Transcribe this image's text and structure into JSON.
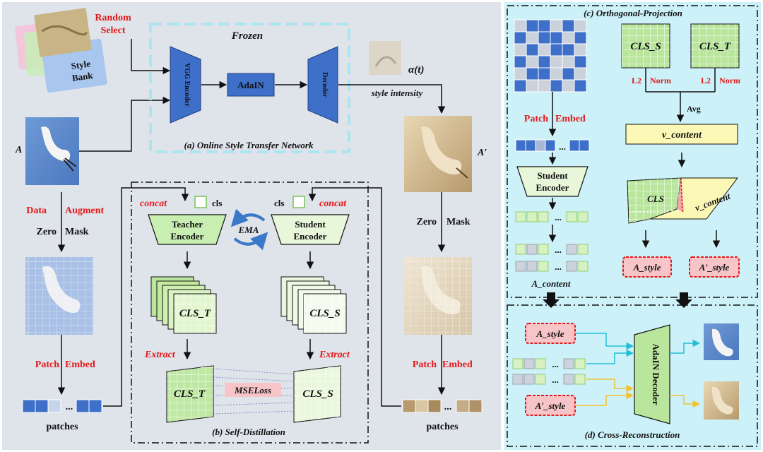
{
  "left": {
    "random_select": [
      "Random",
      "Select"
    ],
    "style_bank": [
      "Style",
      "Bank"
    ],
    "frozen": "Frozen",
    "vgg_encoder": "VGG Encoder",
    "adain": "AdaIN",
    "decoder": "Decoder",
    "alpha": "α(t)",
    "style_intensity": "style intensity",
    "label_a": "A",
    "label_a_prime": "A′",
    "online_caption": "(a) Online Style Transfer Network",
    "data_augment": [
      "Data",
      "Augment"
    ],
    "zero_mask_left": [
      "Zero",
      "Mask"
    ],
    "zero_mask_right": [
      "Zero",
      "Mask"
    ],
    "patch_embed_left": [
      "Patch",
      "Embed"
    ],
    "patch_embed_right": [
      "Patch",
      "Embed"
    ],
    "patches_left": "patches",
    "patches_right": "patches",
    "dots": "..."
  },
  "distill": {
    "concat_left": "concat",
    "concat_right": "concat",
    "cls_left": "cls",
    "cls_right": "cls",
    "teacher": [
      "Teacher",
      "Encoder"
    ],
    "student": [
      "Student",
      "Encoder"
    ],
    "ema": "EMA",
    "cls_t": "CLS_T",
    "cls_s": "CLS_S",
    "extract_left": "Extract",
    "extract_right": "Extract",
    "mseloss": "MSELoss",
    "caption": "(b) Self-Distillation"
  },
  "ortho": {
    "caption": "(c) Orthogonal-Projection",
    "patch_embed": [
      "Patch",
      "Embed"
    ],
    "student": [
      "Student",
      "Encoder"
    ],
    "cls_s": "CLS_S",
    "cls_t": "CLS_T",
    "l2_norm_1": [
      "L2",
      "Norm"
    ],
    "l2_norm_2": [
      "L2",
      "Norm"
    ],
    "avg": "Avg",
    "v_content": "v_content",
    "plane_cls": "CLS",
    "plane_v_content": "v_content",
    "a_style": "A_style",
    "a_prime_style": "A′_style",
    "a_content": "A_content",
    "dots": "..."
  },
  "recon": {
    "caption": "(d) Cross-Reconstruction",
    "a_style": "A_style",
    "a_prime_style": "A′_style",
    "adain_decoder": "AdaIN Decoder",
    "dots": "..."
  },
  "colors": {
    "left_bg": "#dfe3ea",
    "right_bg": "#cdf1f9",
    "encoder_blue": "#3e6fc9",
    "green_light": "#e3f5d0",
    "green_mid": "#a9d98b",
    "red": "#e31919",
    "pink": "#f7c5c8",
    "yellow": "#fbf7b4"
  }
}
